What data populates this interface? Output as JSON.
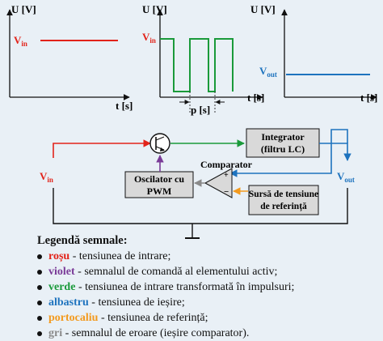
{
  "graphs": {
    "axis_u": "U [V]",
    "axis_t": "t [s]",
    "vin_label": "V",
    "vin_sub": "in",
    "vout_label": "V",
    "vout_sub": "out",
    "period_label": "p [s]"
  },
  "circuit": {
    "vin_label": "V",
    "vin_sub": "in",
    "vout_label": "V",
    "vout_sub": "out",
    "integrator_line1": "Integrator",
    "integrator_line2": "(filtru LC)",
    "oscillator_line1": "Oscilator cu",
    "oscillator_line2": "PWM",
    "comparator_label": "Comparator",
    "comparator_plus": "+",
    "comparator_minus": "−",
    "reference_line1": "Sursă de tensiune",
    "reference_line2": "de referință"
  },
  "legend": {
    "title": "Legendă semnale:",
    "items": [
      {
        "color_word": "roșu",
        "text": " - tensiunea de intrare;",
        "color": "#e2231a"
      },
      {
        "color_word": "violet",
        "text": " - semnalul de comandă al elementului activ;",
        "color": "#7a3b98"
      },
      {
        "color_word": "verde",
        "text": " - tensiunea de intrare transformată în impulsuri;",
        "color": "#1a9a3a"
      },
      {
        "color_word": "albastru",
        "text": " - tensiunea de ieșire;",
        "color": "#1e73be"
      },
      {
        "color_word": "portocaliu",
        "text": " - tensiunea de referință;",
        "color": "#f39a1e"
      },
      {
        "color_word": "gri",
        "text": " - semnalul de eroare (ieșire comparator).",
        "color": "#8a8a8a"
      }
    ]
  },
  "colors": {
    "red": "#e2231a",
    "violet": "#7a3b98",
    "green": "#1a9a3a",
    "blue": "#1e73be",
    "orange": "#f39a1e",
    "gray": "#8a8a8a",
    "box_fill": "#d9d9d9"
  }
}
